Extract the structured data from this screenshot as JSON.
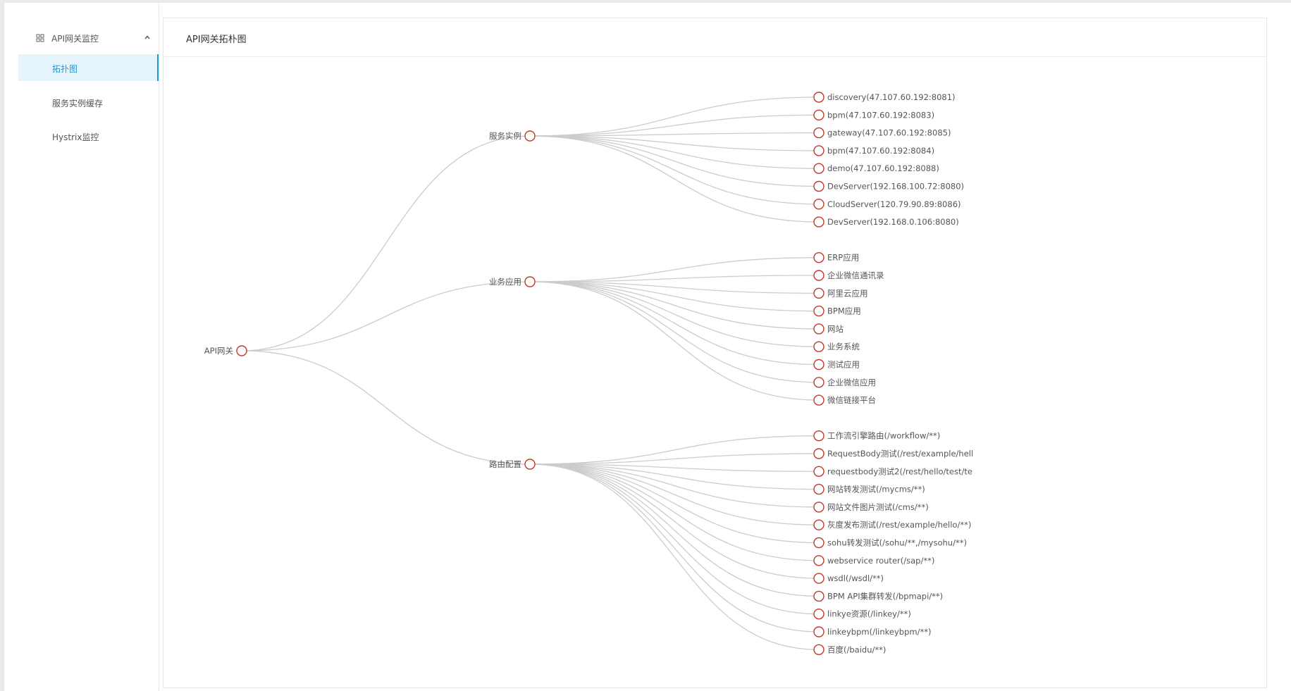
{
  "sidebar": {
    "group_title": "API网关监控",
    "items": [
      {
        "label": "拓扑图",
        "active": true
      },
      {
        "label": "服务实例缓存",
        "active": false
      },
      {
        "label": "Hystrix监控",
        "active": false
      }
    ]
  },
  "panel": {
    "title": "API网关拓朴图"
  },
  "colors": {
    "accent": "#2196d3",
    "node_stroke": "#c0392b",
    "link": "#cccccc"
  },
  "tree": {
    "root": "API网关",
    "branches": [
      {
        "label": "服务实例",
        "children": [
          "discovery(47.107.60.192:8081)",
          "bpm(47.107.60.192:8083)",
          "gateway(47.107.60.192:8085)",
          "bpm(47.107.60.192:8084)",
          "demo(47.107.60.192:8088)",
          "DevServer(192.168.100.72:8080)",
          "CloudServer(120.79.90.89:8086)",
          "DevServer(192.168.0.106:8080)"
        ]
      },
      {
        "label": "业务应用",
        "children": [
          "ERP应用",
          "企业微信通讯录",
          "阿里云应用",
          "BPM应用",
          "网站",
          "业务系统",
          "测试应用",
          "企业微信应用",
          "微信链接平台"
        ]
      },
      {
        "label": "路由配置",
        "children": [
          "工作流引擎路由(/workflow/**)",
          "RequestBody测试(/rest/example/hell",
          "requestbody测试2(/rest/hello/test/te",
          "网站转发测试(/mycms/**)",
          "网站文件图片测试(/cms/**)",
          "灰度发布测试(/rest/example/hello/**)",
          "sohu转发测试(/sohu/**,/mysohu/**)",
          "webservice router(/sap/**)",
          "wsdl(/wsdl/**)",
          "BPM API集群转发(/bpmapi/**)",
          "linkye资源(/linkey/**)",
          "linkeybpm(/linkeybpm/**)",
          "百度(/baidu/**)"
        ]
      }
    ]
  }
}
